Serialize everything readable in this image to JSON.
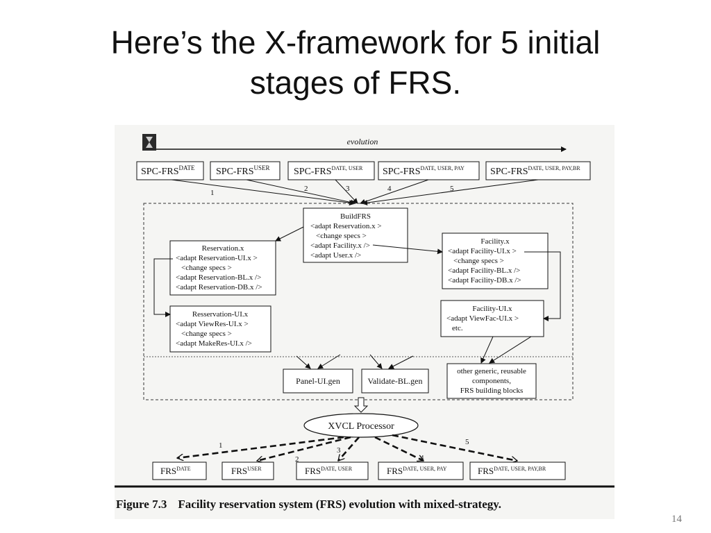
{
  "slide": {
    "title_line1": "Here’s the X-framework for 5 initial",
    "title_line2": "stages of FRS.",
    "page_number": "14"
  },
  "diagram": {
    "evolution_label": "evolution",
    "spc_boxes": [
      {
        "base": "SPC-FRS",
        "sup": "DATE"
      },
      {
        "base": "SPC-FRS",
        "sup": "USER"
      },
      {
        "base": "SPC-FRS",
        "sup": "DATE, USER"
      },
      {
        "base": "SPC-FRS",
        "sup": "DATE, USER, PAY"
      },
      {
        "base": "SPC-FRS",
        "sup": "DATE, USER, PAY,BR"
      }
    ],
    "stage_numbers": [
      "1",
      "2",
      "3",
      "4",
      "5"
    ],
    "buildfrs": [
      "BuildFRS",
      "<adapt Reservation.x  >",
      "<change specs >",
      "<adapt Facility.x />",
      "<adapt User.x />"
    ],
    "reservation": [
      "Reservation.x",
      "<adapt Reservation-UI.x  >",
      "<change specs >",
      "<adapt Reservation-BL.x />",
      "<adapt Reservation-DB.x />"
    ],
    "reservation_ui": [
      "Resservation-UI.x",
      "<adapt ViewRes-UI.x >",
      "<change specs >",
      "<adapt MakeRes-UI.x />"
    ],
    "facility": [
      "Facility.x",
      "<adapt Facility-UI.x  >",
      "<change specs >",
      "<adapt Facility-BL.x />",
      "<adapt Facility-DB.x />"
    ],
    "facility_ui": [
      "Facility-UI.x",
      "<adapt ViewFac-UI.x >",
      "etc."
    ],
    "panel_ui": "Panel-UI.gen",
    "validate_bl": "Validate-BL.gen",
    "generic": [
      "other generic, reusable",
      "components,",
      "FRS building blocks"
    ],
    "processor": "XVCL Processor",
    "frs_boxes": [
      {
        "base": "FRS",
        "sup": "DATE"
      },
      {
        "base": "FRS",
        "sup": "USER"
      },
      {
        "base": "FRS",
        "sup": "DATE, USER"
      },
      {
        "base": "FRS",
        "sup": "DATE, USER, PAY"
      },
      {
        "base": "FRS",
        "sup": "DATE, USER, PAY,BR"
      }
    ],
    "caption_label": "Figure 7.3",
    "caption_text": "Facility reservation system (FRS) evolution with mixed-strategy."
  }
}
